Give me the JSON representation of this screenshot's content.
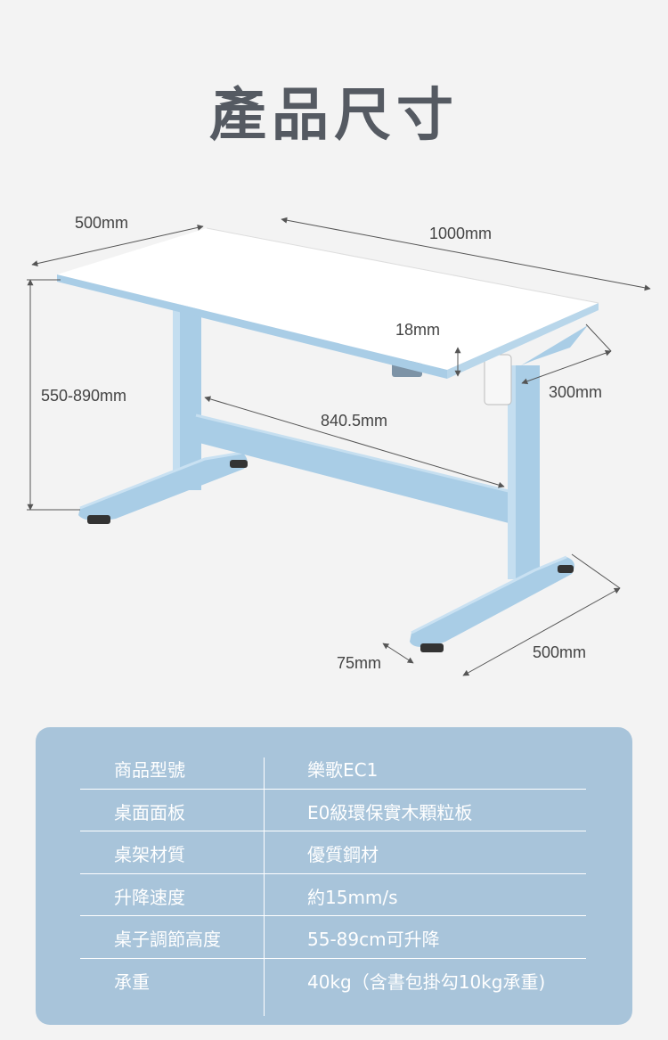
{
  "title": "產品尺寸",
  "dimensions": {
    "depth_top": "500mm",
    "width_top": "1000mm",
    "height_range": "550-890mm",
    "thickness": "18mm",
    "crossbar": "840.5mm",
    "side_depth": "300mm",
    "foot_width": "75mm",
    "foot_length": "500mm"
  },
  "specs": [
    {
      "key": "商品型號",
      "value": "樂歌EC1"
    },
    {
      "key": "桌面面板",
      "value": "E0級環保實木顆粒板"
    },
    {
      "key": "桌架材質",
      "value": "優質鋼材"
    },
    {
      "key": "升降速度",
      "value": "約15mm/s"
    },
    {
      "key": "桌子調節高度",
      "value": "55-89cm可升降"
    },
    {
      "key": "承重",
      "value": "40kg（含書包掛勾10kg承重)"
    }
  ],
  "colors": {
    "frame_blue": "#a9cde6",
    "card_blue": "#a8c4da",
    "title_gray": "#555a62"
  }
}
